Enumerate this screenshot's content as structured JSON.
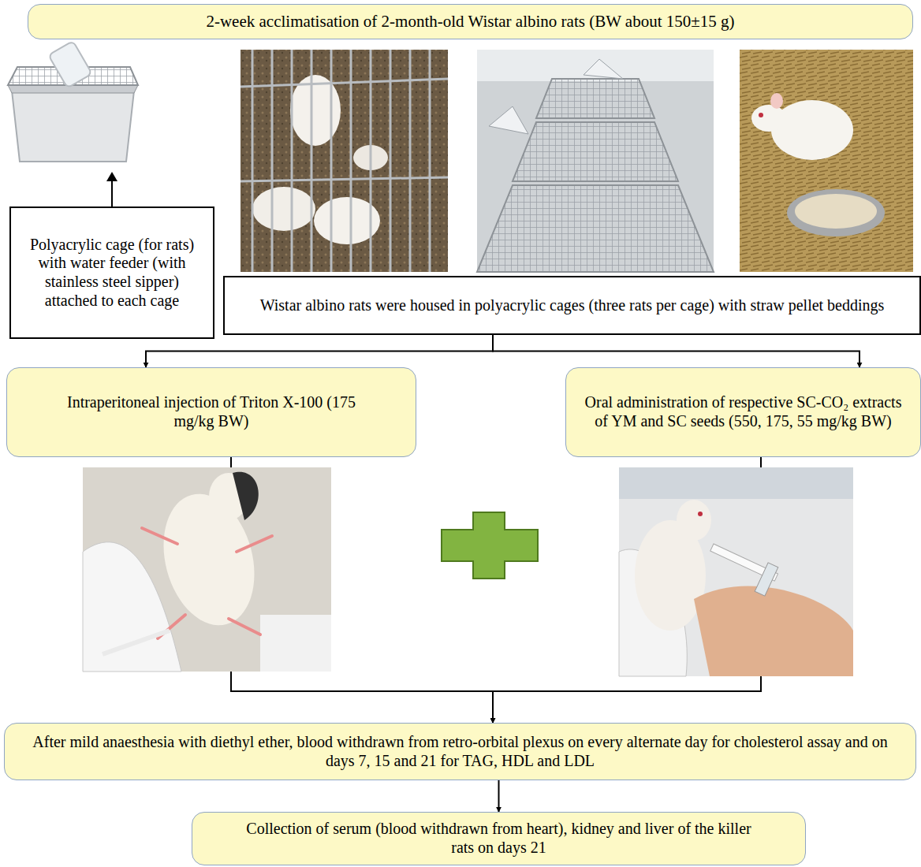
{
  "diagram": {
    "nodes": [
      {
        "text": [
          "2-week acclimatisation of 2-month-old Wistar albino rats (BW about 150±15 g)"
        ]
      },
      {
        "text": [
          "Polyacrylic cage (for rats) with water feeder (with stainless steel sipper) attached to each cage"
        ]
      },
      {
        "text": [
          "Wistar albino rats were housed in polyacrylic cages (three rats per cage) with straw pellet beddings"
        ]
      },
      {
        "text": [
          "Intraperitoneal injection of Triton X-100 (175 mg/kg BW)"
        ]
      },
      {
        "text": [
          "Oral administration of respective SC-CO₂ extracts of YM and SC seeds (550, 175, 55 mg/kg BW)"
        ]
      },
      {
        "text": [
          "After mild anaesthesia with diethyl ether, blood withdrawn from retro-orbital plexus on every alternate day for cholesterol assay and on days 7, 15 and 21 for TAG, HDL and LDL"
        ]
      },
      {
        "text": [
          "Collection of serum (blood withdrawn from heart), kidney and liver of the killer rats on days 21"
        ]
      }
    ],
    "edges": [
      {
        "from": 2,
        "to": 3,
        "arrow": "to"
      },
      {
        "from": 2,
        "to": 4,
        "arrow": "to"
      },
      {
        "from": 3,
        "to": 5,
        "arrow": "to"
      },
      {
        "from": 4,
        "to": 5,
        "arrow": "to"
      },
      {
        "from": 5,
        "to": 6,
        "arrow": "to"
      }
    ]
  }
}
